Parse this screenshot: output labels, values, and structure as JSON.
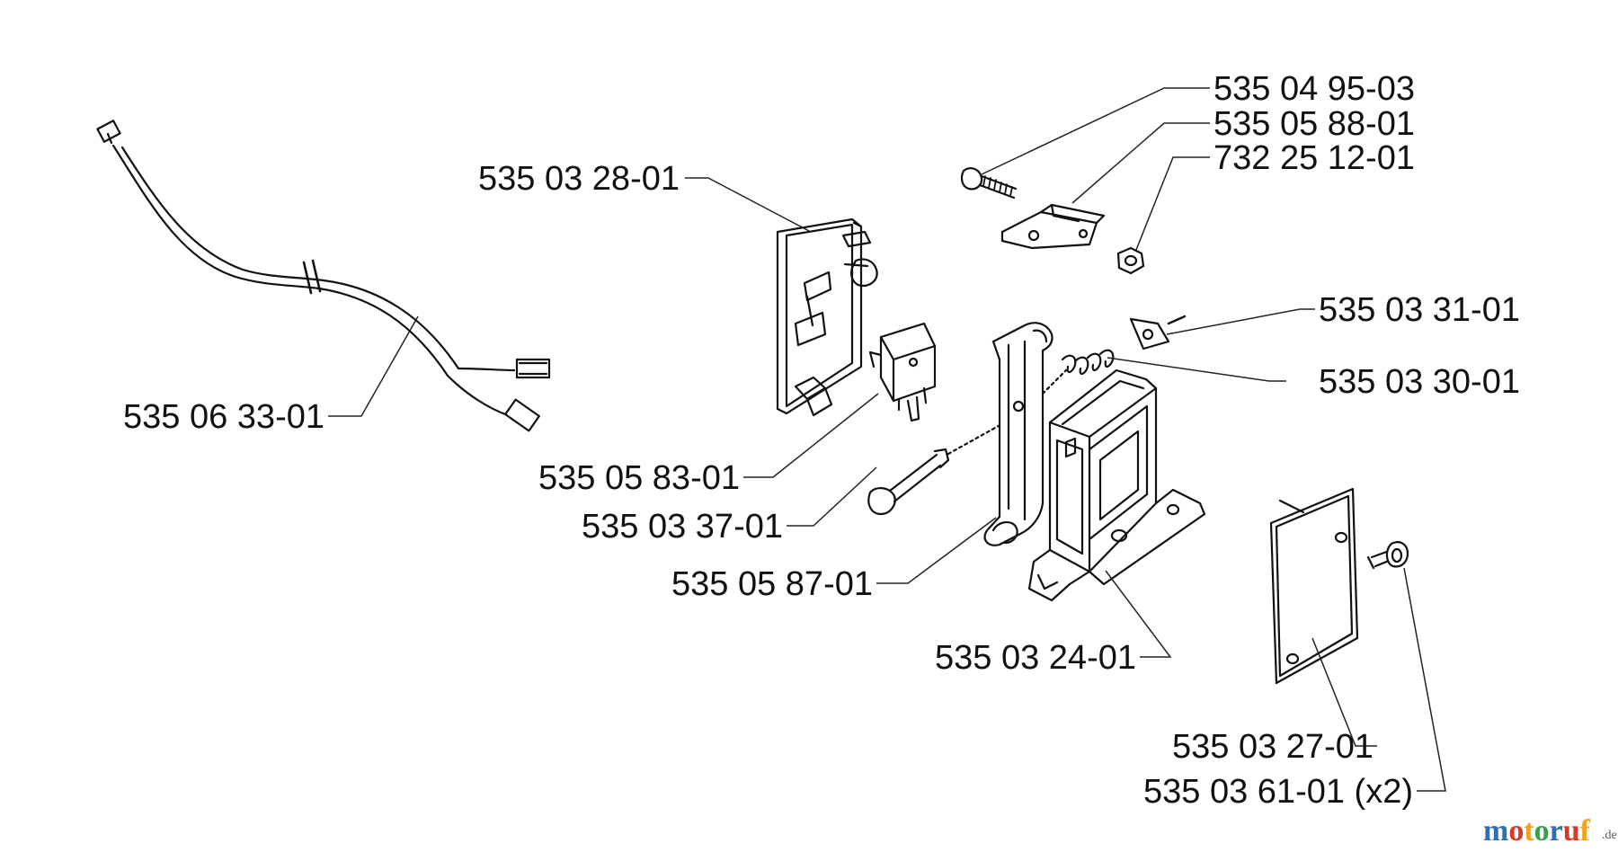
{
  "parts": [
    {
      "id": "p1",
      "label": "535 04 95-03"
    },
    {
      "id": "p2",
      "label": "535 05 88-01"
    },
    {
      "id": "p3",
      "label": "732 25 12-01"
    },
    {
      "id": "p4",
      "label": "535 03 28-01"
    },
    {
      "id": "p5",
      "label": "535 03 31-01"
    },
    {
      "id": "p6",
      "label": "535 03 30-01"
    },
    {
      "id": "p7",
      "label": "535 06 33-01"
    },
    {
      "id": "p8",
      "label": "535 05 83-01"
    },
    {
      "id": "p9",
      "label": "535 03 37-01"
    },
    {
      "id": "p10",
      "label": "535 05 87-01"
    },
    {
      "id": "p11",
      "label": "535 03 24-01"
    },
    {
      "id": "p12",
      "label": "535 03 27-01"
    },
    {
      "id": "p13",
      "label": "535 03 61-01 (x2)"
    }
  ],
  "watermark": {
    "main": "motoruf",
    "suffix": ".de",
    "colors": [
      "#2f6db5",
      "#d63a2a",
      "#f2a31b",
      "#3aa04a",
      "#2f6db5",
      "#d63a2a",
      "#f2a31b"
    ]
  }
}
